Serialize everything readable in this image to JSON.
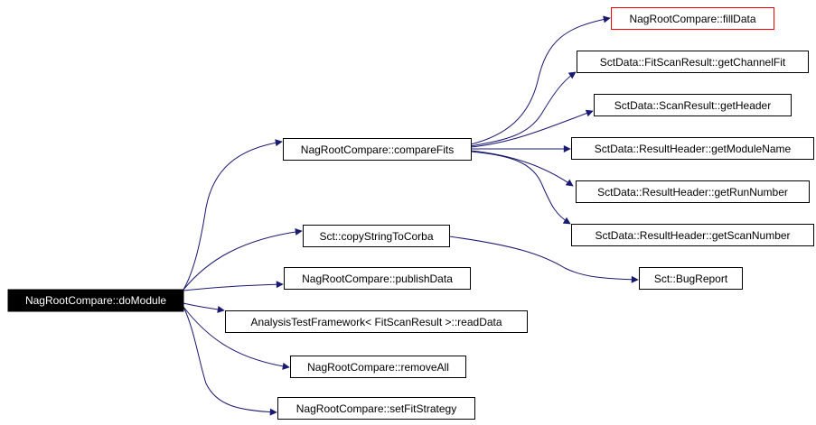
{
  "colors": {
    "edge": "#191970",
    "node_border": "#000000",
    "node_fill": "#ffffff",
    "root_fill": "#000000",
    "root_text": "#ffffff",
    "highlight_border": "#ff0000"
  },
  "nodes": {
    "domodule": "NagRootCompare::doModule",
    "comparefits": "NagRootCompare::compareFits",
    "copystringtocorba": "Sct::copyStringToCorba",
    "publishdata": "NagRootCompare::publishData",
    "readdata": "AnalysisTestFramework< FitScanResult >::readData",
    "removeall": "NagRootCompare::removeAll",
    "setfitstrategy": "NagRootCompare::setFitStrategy",
    "filldata": "NagRootCompare::fillData",
    "getchannelfit": "SctData::FitScanResult::getChannelFit",
    "getheader": "SctData::ScanResult::getHeader",
    "getmodulename": "SctData::ResultHeader::getModuleName",
    "getrunnumber": "SctData::ResultHeader::getRunNumber",
    "getscannumber": "SctData::ResultHeader::getScanNumber",
    "bugreport": "Sct::BugReport"
  }
}
